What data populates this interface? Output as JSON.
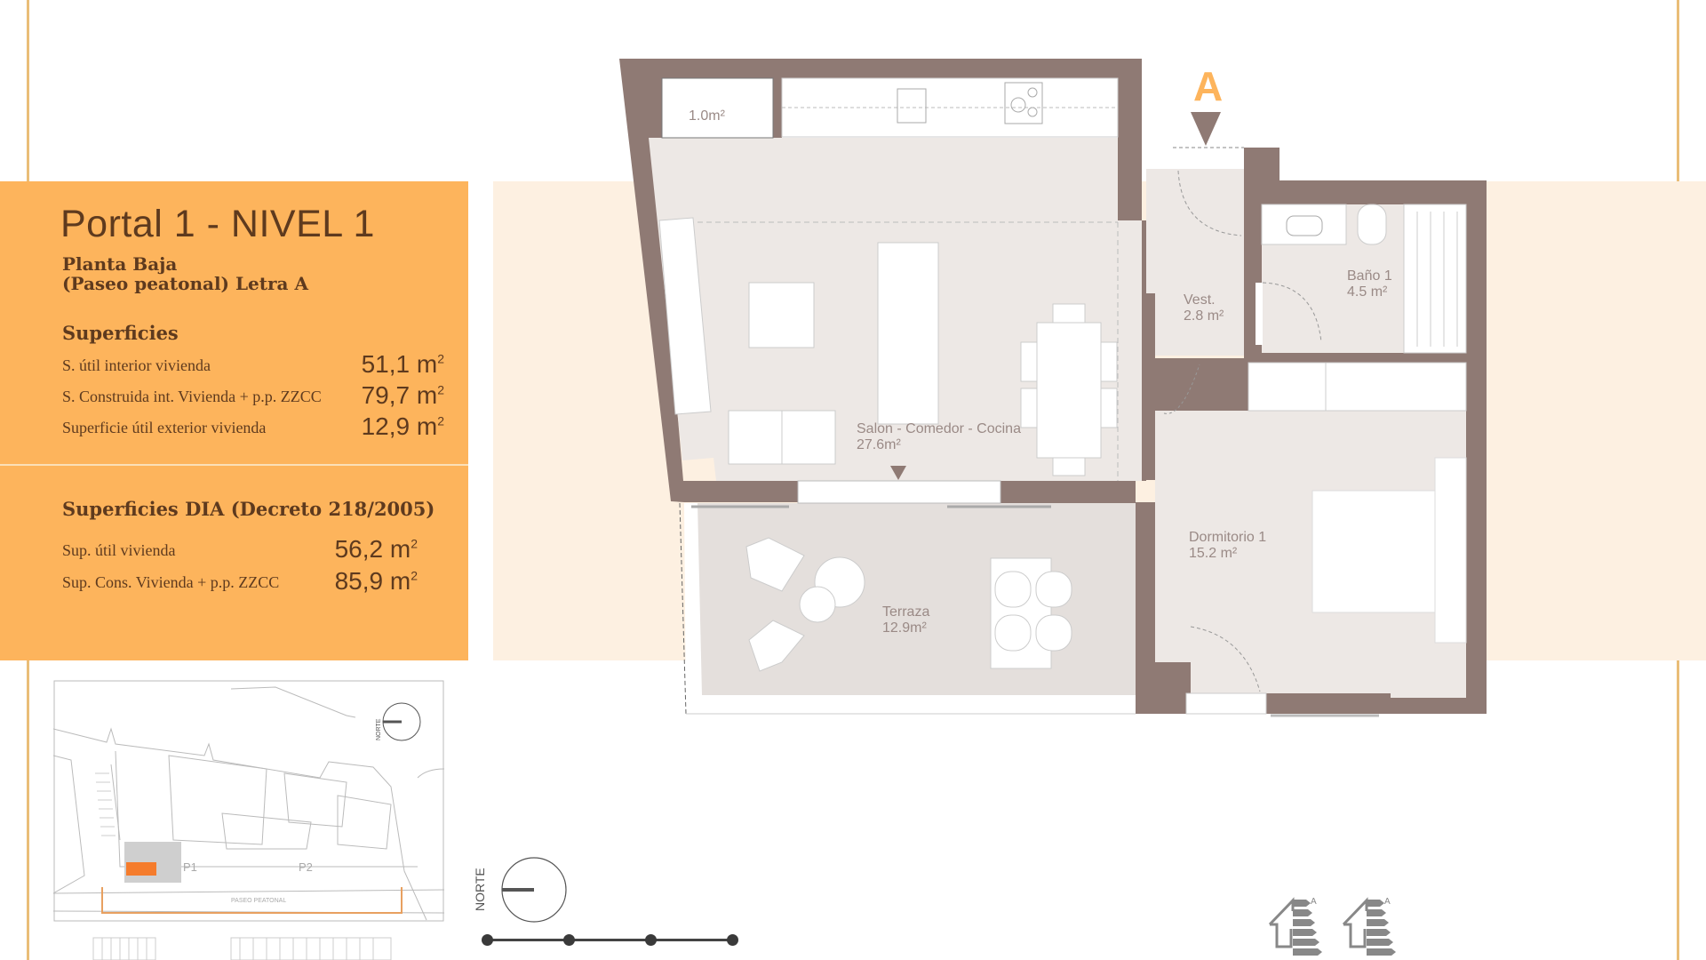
{
  "info": {
    "title": "Portal 1 - NIVEL 1",
    "subtitle_line1": "Planta Baja",
    "subtitle_line2": "(Paseo peatonal) Letra A",
    "superficies_heading": "Superficies",
    "superficies": [
      {
        "label": "S. útil interior vivienda",
        "value": "51,1 m",
        "unit_exp": "2"
      },
      {
        "label": "S. Construida int. Vivienda + p.p. ZZCC",
        "value": "79,7 m",
        "unit_exp": "2"
      },
      {
        "label": "Superficie útil exterior vivienda",
        "value": "12,9 m",
        "unit_exp": "2"
      }
    ],
    "dia_heading": "Superficies DIA (Decreto 218/2005)",
    "dia": [
      {
        "label": "Sup. útil vivienda",
        "value": "56,2 m",
        "unit_exp": "2"
      },
      {
        "label": "Sup. Cons. Vivienda + p.p. ZZCC",
        "value": "85,9 m",
        "unit_exp": "2"
      }
    ]
  },
  "plan": {
    "entry_letter": "A",
    "rooms": [
      {
        "name": "storage",
        "label": "",
        "area": "1.0m²"
      },
      {
        "name": "salon",
        "label": "Salon - Comedor - Cocina",
        "area": "27.6m²"
      },
      {
        "name": "vest",
        "label": "Vest.",
        "area": "2.8 m²"
      },
      {
        "name": "bano",
        "label": "Baño 1",
        "area": "4.5 m²"
      },
      {
        "name": "dormitorio",
        "label": "Dormitorio 1",
        "area": "15.2 m²"
      },
      {
        "name": "terraza",
        "label": "Terraza",
        "area": "12.9m²"
      }
    ]
  },
  "sitemap": {
    "north_label": "NORTE",
    "portal1": "P1",
    "portal2": "P2",
    "street": "PASEO PEATONAL"
  },
  "legend": {
    "north_label": "NORTE",
    "energy_rating_consumo": "A",
    "energy_rating_emisiones": "A"
  },
  "colors": {
    "accent_orange": "#fdb45c",
    "wall": "#8f7a74",
    "floor": "#ede8e5",
    "terrace": "#e4dfdc",
    "highlight": "#f57c2c"
  }
}
